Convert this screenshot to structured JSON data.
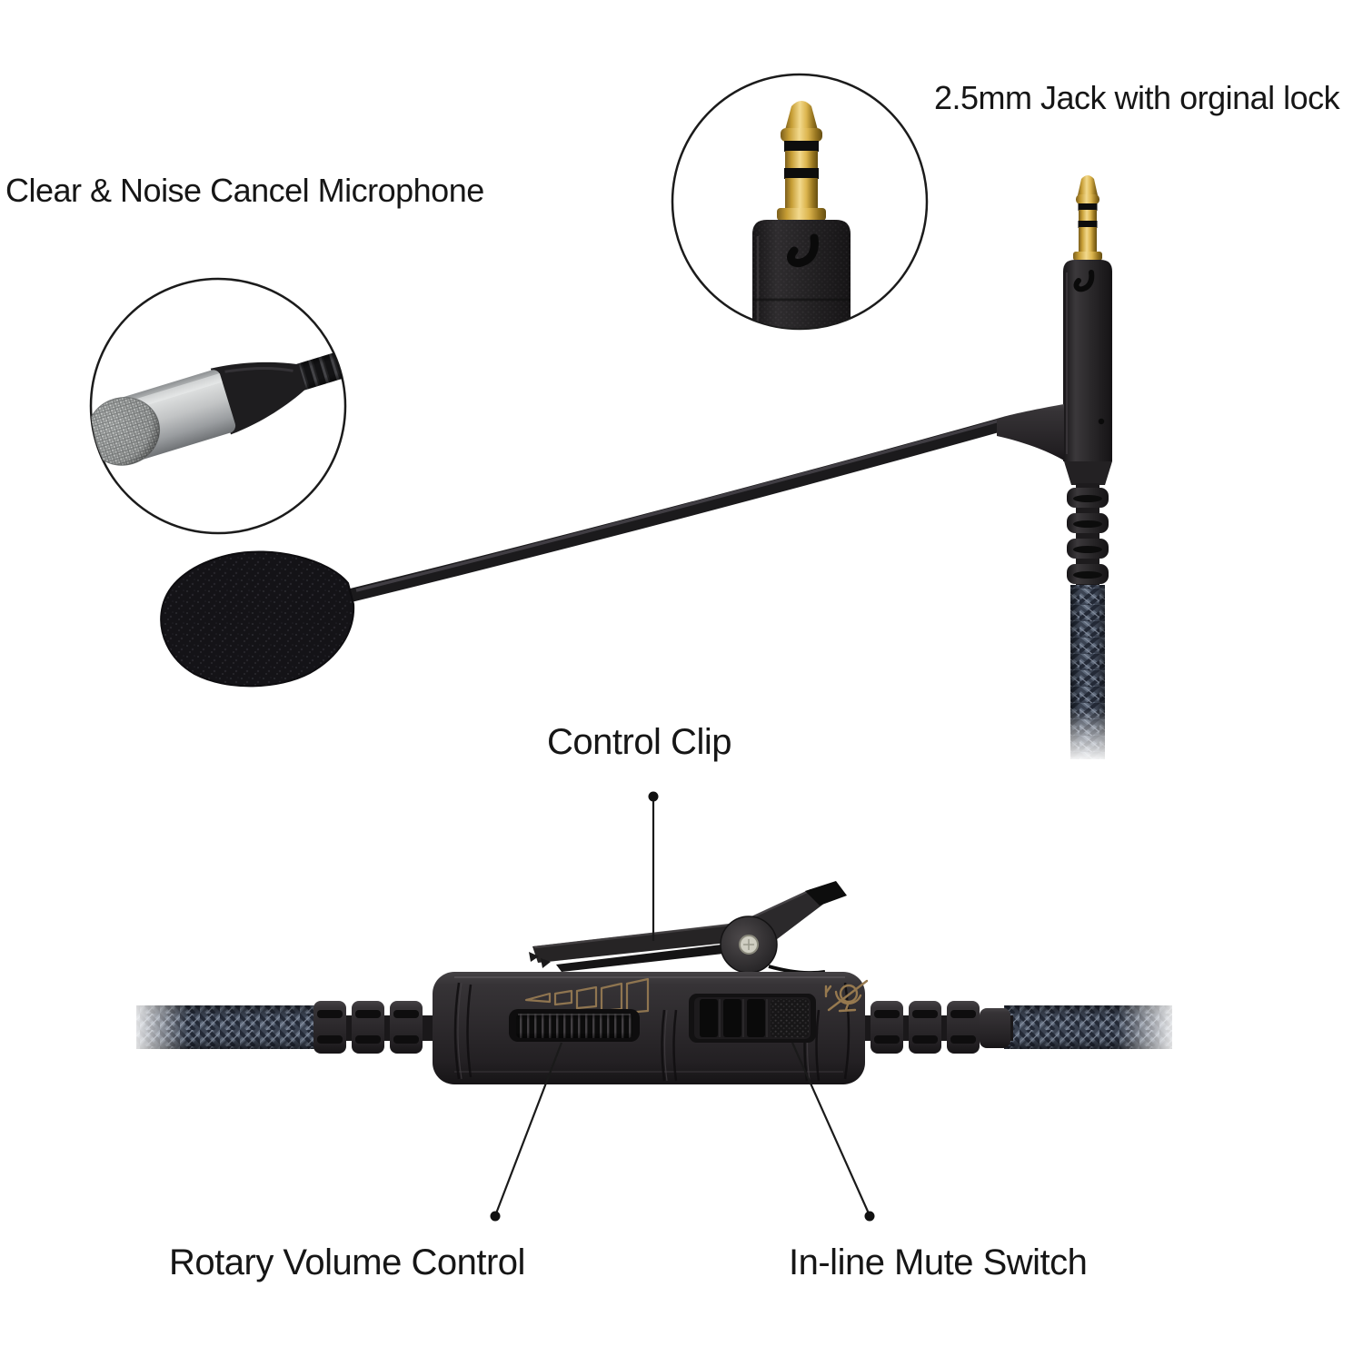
{
  "annotations": {
    "microphone_label": "Clear & Noise Cancel Microphone",
    "jack_label": "2.5mm Jack with orginal lock",
    "control_clip_label": "Control Clip",
    "volume_label": "Rotary Volume Control",
    "mute_label": "In-line Mute Switch"
  },
  "icons": {
    "volume_indicator": "volume-level-bars-icon",
    "mute_indicator": "mic-mute-icon",
    "screw": "clip-pivot-screw"
  },
  "colors": {
    "gold_plug": "#d9ae44",
    "icon_gold": "#96794f",
    "cable_blue": "#3e4656",
    "plastic_black": "#2a282a",
    "silver_capsule": "#c6c8c9",
    "text": "#161616",
    "background": "#ffffff"
  }
}
